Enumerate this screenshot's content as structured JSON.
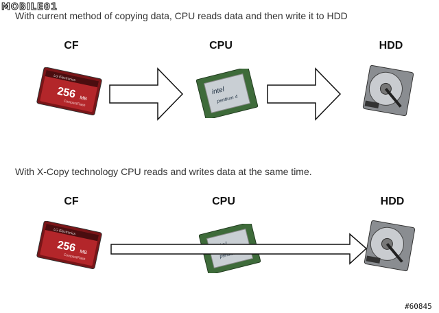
{
  "logo": {
    "text": "MOBILE01"
  },
  "watermark": "#60845",
  "section_top": {
    "caption": "With current method of copying data, CPU reads data and then write it to HDD",
    "labels": {
      "cf": "CF",
      "cpu": "CPU",
      "hdd": "HDD"
    }
  },
  "section_bottom": {
    "caption": "With X-Copy technology CPU reads and writes data at the same time.",
    "labels": {
      "cf": "CF",
      "cpu": "CPU",
      "hdd": "HDD"
    }
  },
  "cf_card": {
    "capacity": "256",
    "unit": "MB",
    "brand": "LG Electronics",
    "sub": "CompactFlash"
  },
  "cpu_chip": {
    "brand": "intel",
    "model": "pentium 4"
  },
  "colors": {
    "cf_red": "#b3262a",
    "cpu_green": "#3e6b3a",
    "hdd_gray": "#8a8d91"
  }
}
